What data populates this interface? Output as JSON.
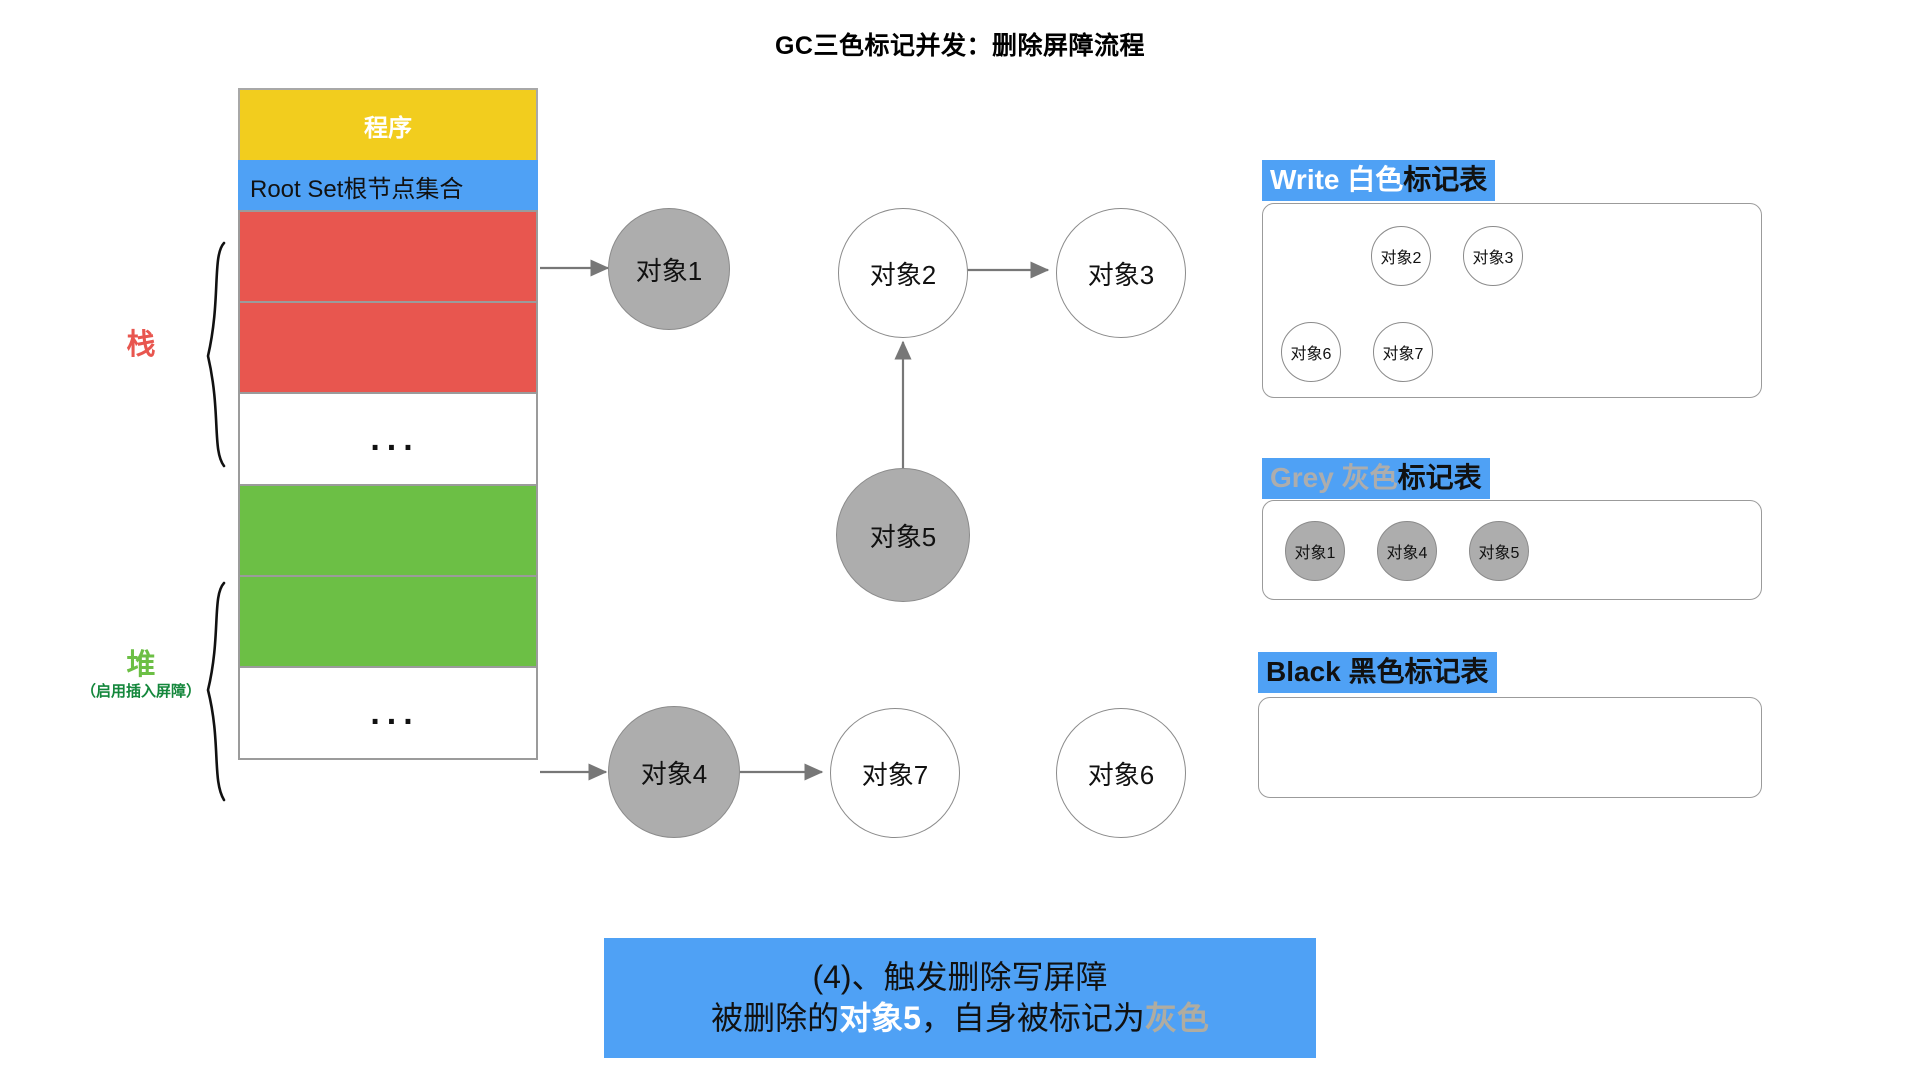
{
  "title": "GC三色标记并发：删除屏障流程",
  "memory": {
    "program_label": "程序",
    "rootset_label": "Root Set根节点集合",
    "ellipsis": "...",
    "cells": [
      {
        "kind": "program",
        "label": "程序"
      },
      {
        "kind": "rootset",
        "label": "Root Set根节点集合"
      },
      {
        "kind": "red",
        "label": ""
      },
      {
        "kind": "red",
        "label": ""
      },
      {
        "kind": "blank",
        "label": "..."
      },
      {
        "kind": "green",
        "label": ""
      },
      {
        "kind": "green",
        "label": ""
      },
      {
        "kind": "blank",
        "label": "..."
      }
    ],
    "stack_label": "栈",
    "heap_label": "堆",
    "heap_sublabel": "（启用插入屏障）"
  },
  "graph": {
    "nodes": [
      {
        "id": "obj1",
        "label": "对象1",
        "color": "grey"
      },
      {
        "id": "obj2",
        "label": "对象2",
        "color": "white"
      },
      {
        "id": "obj3",
        "label": "对象3",
        "color": "white"
      },
      {
        "id": "obj5",
        "label": "对象5",
        "color": "grey"
      },
      {
        "id": "obj4",
        "label": "对象4",
        "color": "grey"
      },
      {
        "id": "obj7",
        "label": "对象7",
        "color": "white"
      },
      {
        "id": "obj6",
        "label": "对象6",
        "color": "white"
      }
    ],
    "edges": [
      {
        "from": "stack-slot-1",
        "to": "obj1"
      },
      {
        "from": "obj2",
        "to": "obj3"
      },
      {
        "from": "obj5",
        "to": "obj2"
      },
      {
        "from": "heap-slot-2",
        "to": "obj4"
      },
      {
        "from": "obj4",
        "to": "obj7"
      }
    ]
  },
  "tables": [
    {
      "id": "white",
      "header_en": "Write",
      "header_zh": " 白色",
      "header_tail": "标记表",
      "items": [
        "对象2",
        "对象3",
        "对象6",
        "对象7"
      ],
      "item_color": "white"
    },
    {
      "id": "grey",
      "header_en": "Grey",
      "header_zh": " 灰色",
      "header_tail": "标记表",
      "items": [
        "对象1",
        "对象4",
        "对象5"
      ],
      "item_color": "grey"
    },
    {
      "id": "black",
      "header_en": "Black",
      "header_zh": " 黑色",
      "header_tail": "标记表",
      "items": [],
      "item_color": "black"
    }
  ],
  "caption": {
    "line1": "(4)、触发删除写屏障",
    "line2_prefix": "被删除的",
    "line2_bold": "对象5",
    "line2_mid": "，自身被标记为",
    "line2_gray": "灰色"
  },
  "colors": {
    "yellow": "#F2CD1E",
    "blue": "#4FA1F5",
    "red": "#E8564F",
    "green": "#6CBF45",
    "grey_node": "#ADADAD",
    "grey_text": "#B0ACA0",
    "border": "#9b9b9b"
  }
}
